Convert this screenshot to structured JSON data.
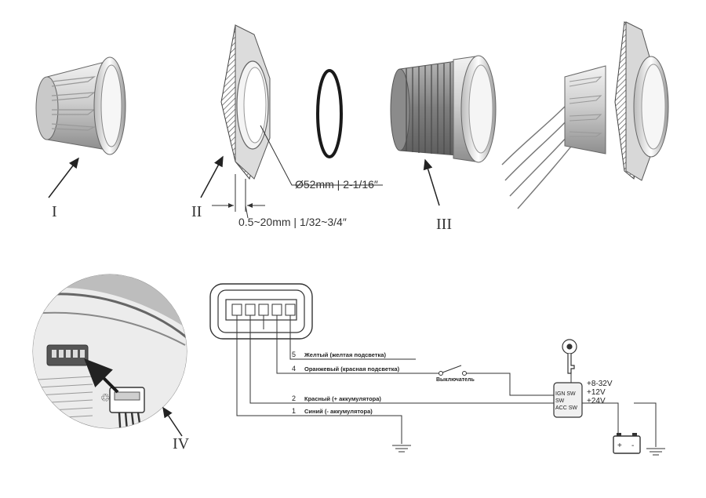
{
  "labels": {
    "part_1": "I",
    "part_2": "II",
    "part_3": "III",
    "part_4": "IV"
  },
  "dimensions": {
    "diameter": "Ø52mm | 2-1/16″",
    "thickness": "0.5~20mm | 1/32~3/4″"
  },
  "wiring": [
    {
      "pin": "5",
      "label": "Желтый (желтая подсветка)"
    },
    {
      "pin": "4",
      "label": "Оранжевый (красная подсветка)"
    },
    {
      "pin": "2",
      "label": "Красный (+ аккумулятора)"
    },
    {
      "pin": "1",
      "label": "Синий (- аккумулятора)"
    }
  ],
  "switch_label": "Выключатель",
  "ignition_terminals": [
    "IGN SW",
    "SW",
    "ACC SW"
  ],
  "voltages": [
    "+8-32V",
    "+12V",
    "+24V"
  ],
  "battery_symbols": [
    "+",
    "-"
  ],
  "colors": {
    "line": "#333333",
    "metal_light": "#e6e6e6",
    "metal_dark": "#8a8a8a"
  }
}
